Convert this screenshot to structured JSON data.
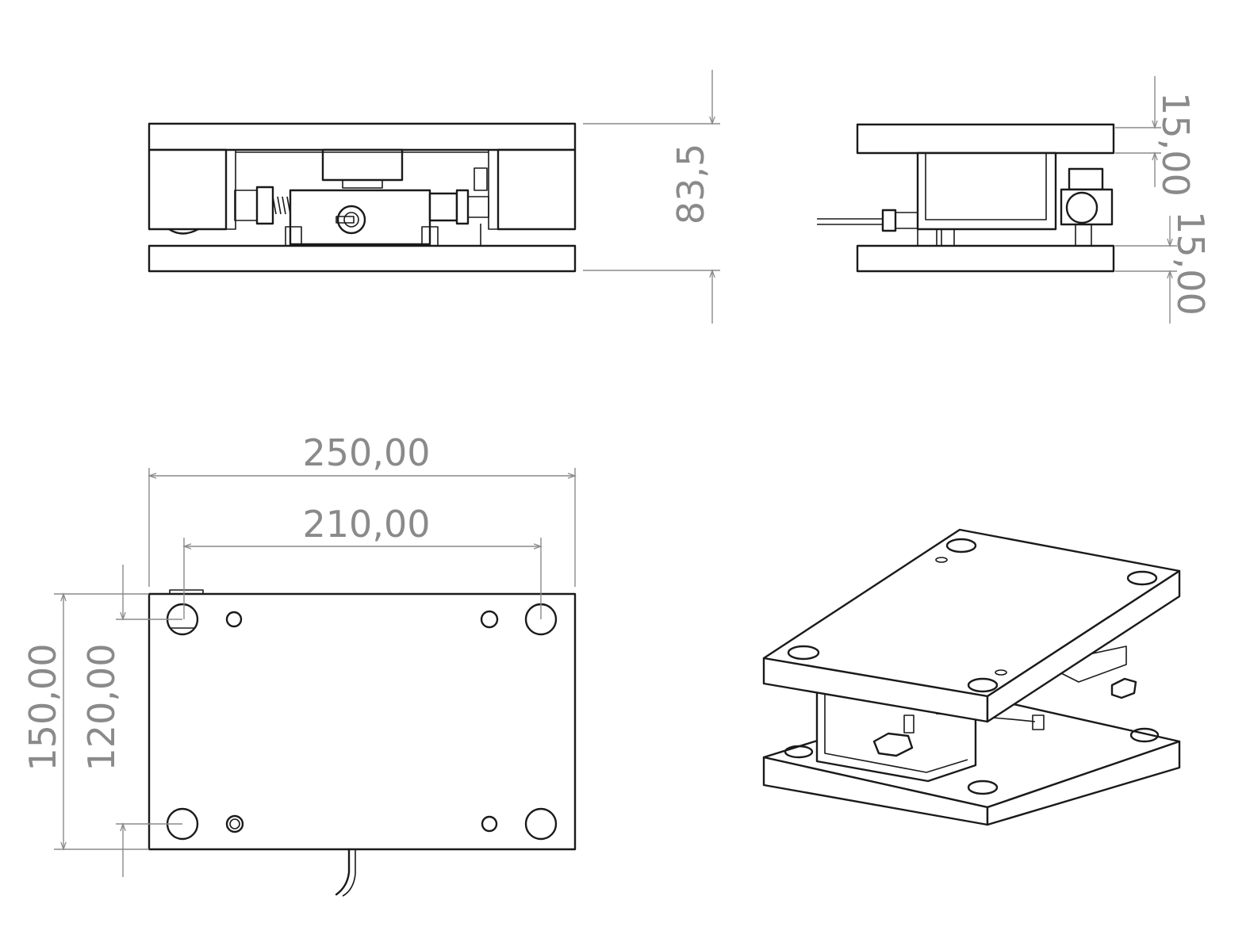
{
  "drawing": {
    "colors": {
      "line": "#1a1a1a",
      "dimension": "#8a8a8a",
      "background": "#ffffff"
    },
    "dimensions": {
      "front_height": "83,5",
      "side_top_plate": "15,00",
      "side_bottom_plate": "15,00",
      "top_overall_width": "250,00",
      "top_hole_spacing_x": "210,00",
      "top_overall_depth": "150,00",
      "top_hole_spacing_y": "120,00"
    }
  }
}
